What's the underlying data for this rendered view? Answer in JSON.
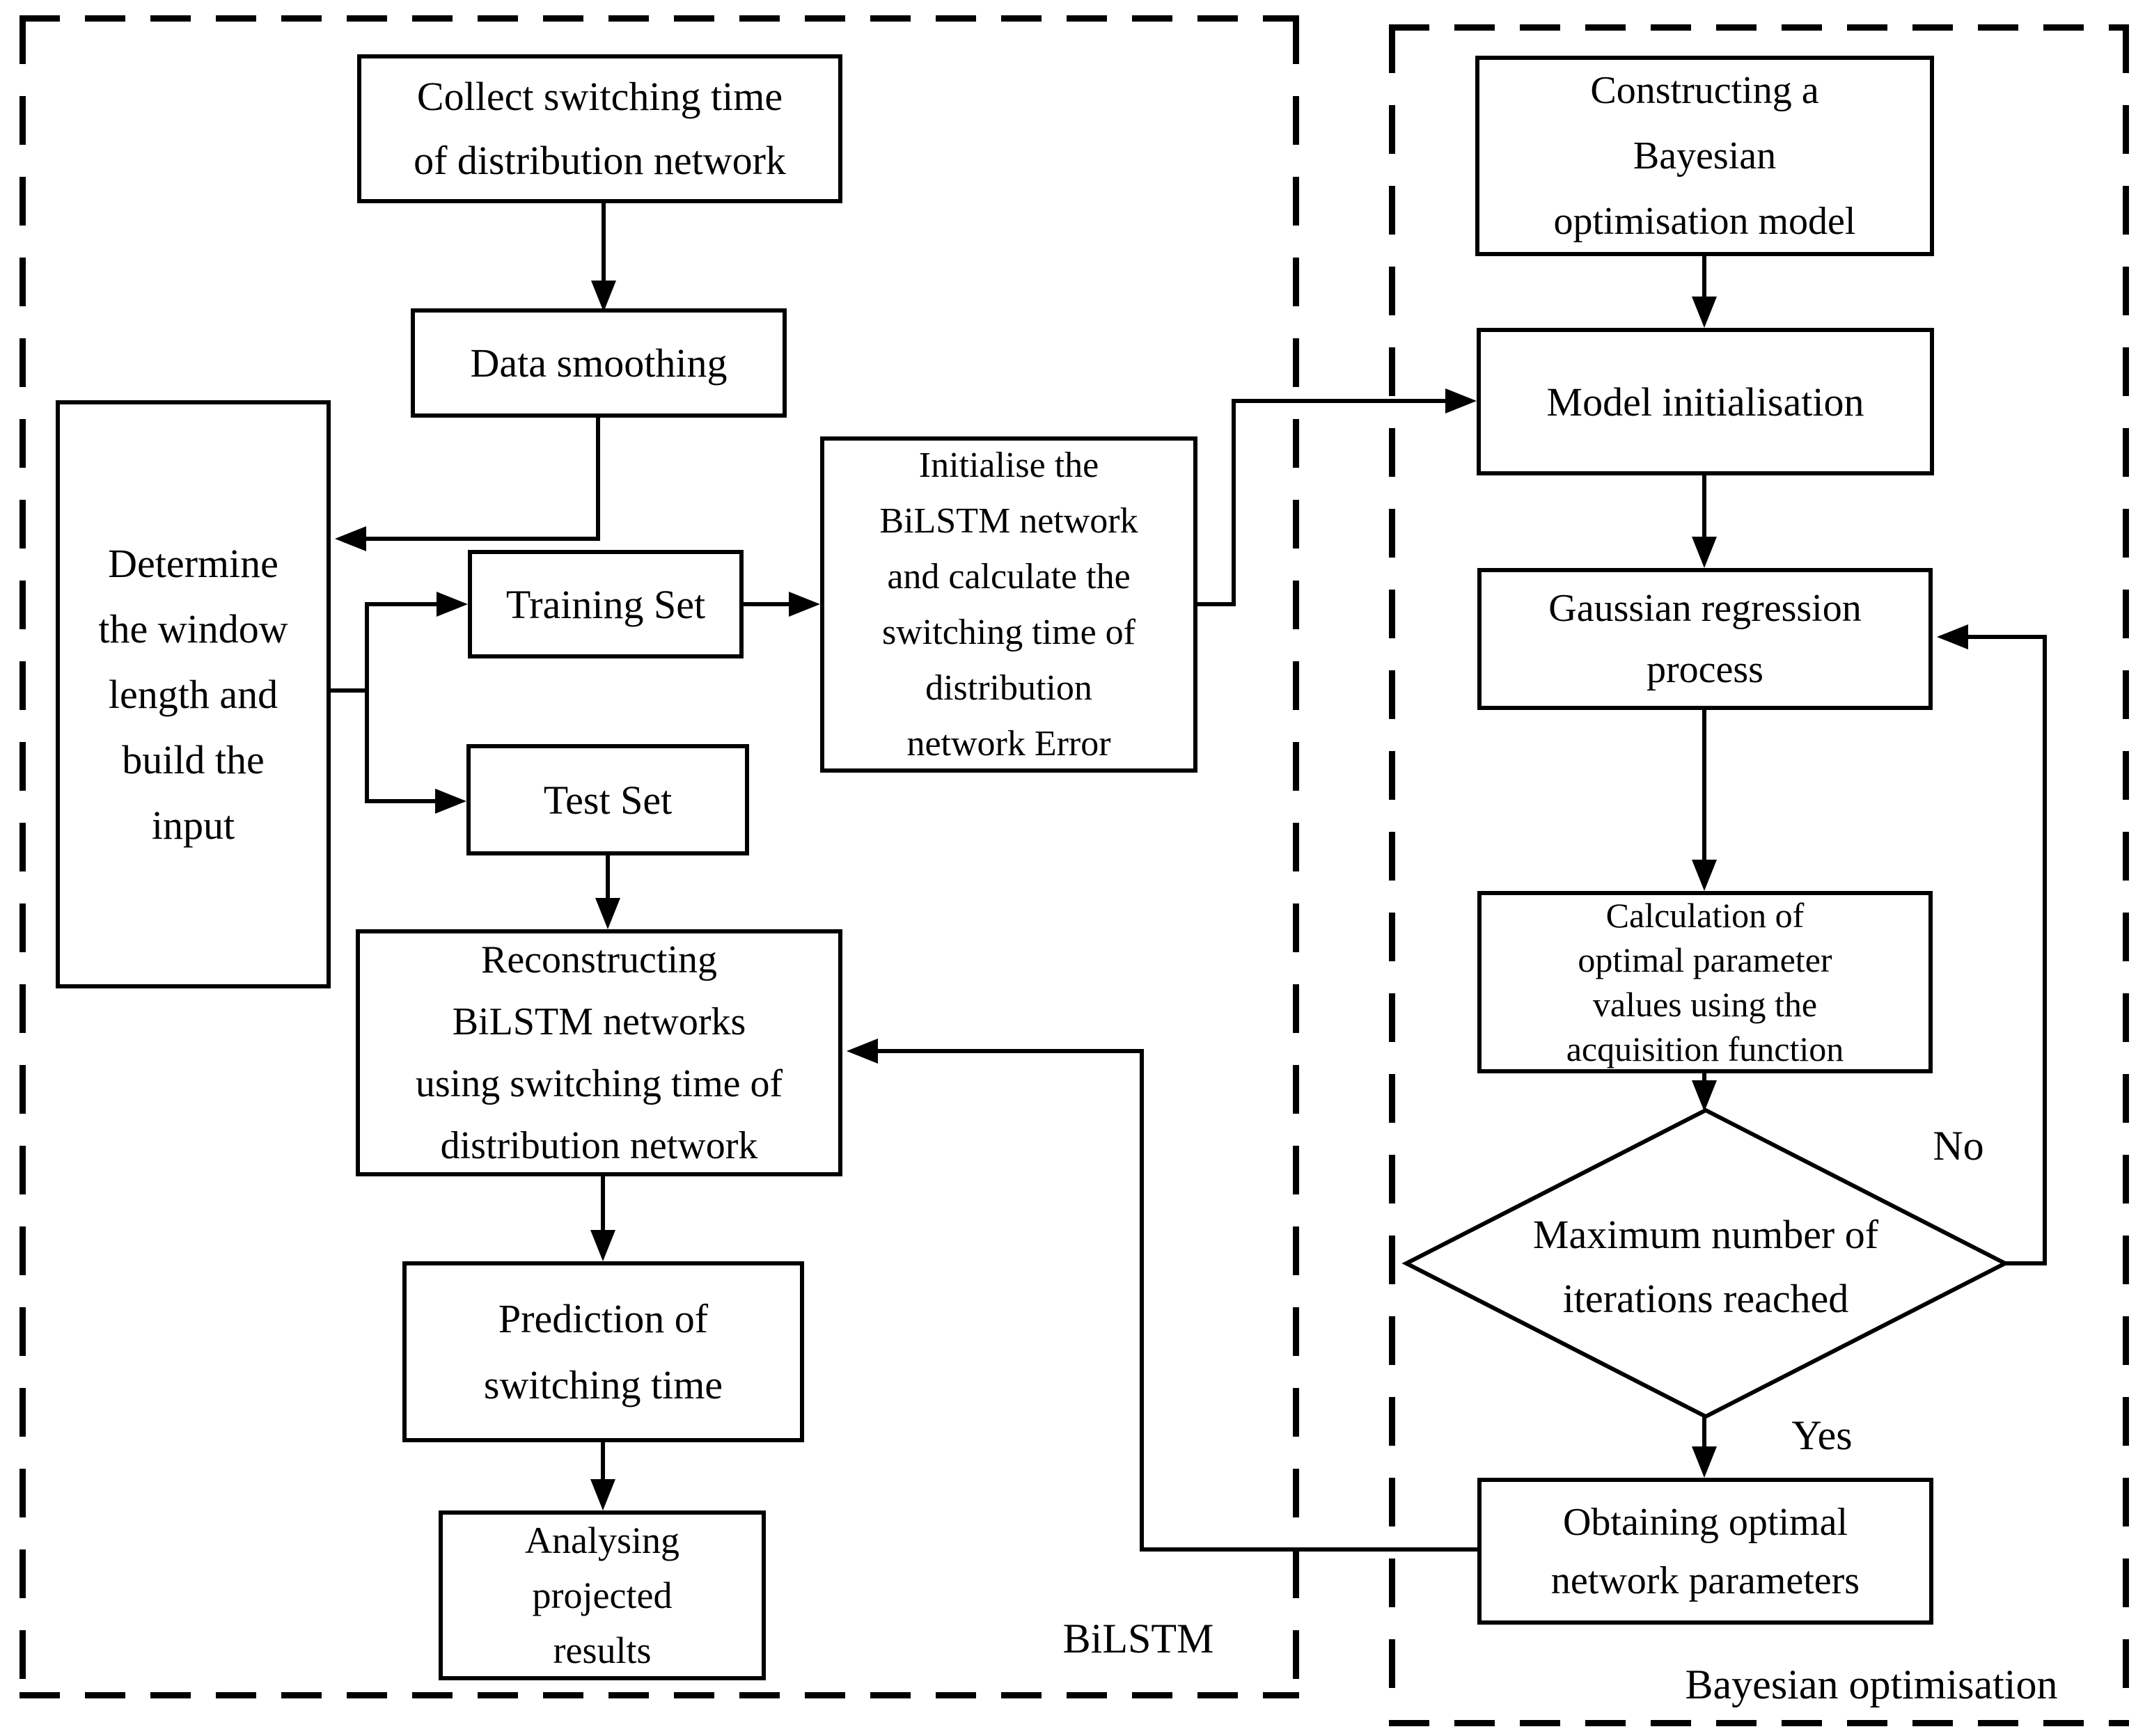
{
  "containers": {
    "bilstm": {
      "label": "BiLSTM"
    },
    "bayesian": {
      "label": "Bayesian optimisation"
    }
  },
  "nodes": {
    "collect": {
      "label": "Collect switching time\nof distribution network"
    },
    "smoothing": {
      "label": "Data smoothing"
    },
    "determine": {
      "label": "Determine\nthe window\nlength and\nbuild the\ninput"
    },
    "training": {
      "label": "Training Set"
    },
    "test": {
      "label": "Test Set"
    },
    "initialise": {
      "label": "Initialise the\nBiLSTM network\nand calculate the\nswitching time of\ndistribution\nnetwork Error"
    },
    "reconstructing": {
      "label": "Reconstructing\nBiLSTM networks\nusing switching time of\ndistribution network"
    },
    "prediction": {
      "label": "Prediction of\nswitching time"
    },
    "analysing": {
      "label": "Analysing\nprojected\nresults"
    },
    "constructing": {
      "label": "Constructing a\nBayesian\noptimisation model"
    },
    "model_init": {
      "label": "Model initialisation"
    },
    "gaussian": {
      "label": "Gaussian regression\nprocess"
    },
    "calculation": {
      "label": "Calculation of\noptimal parameter\nvalues using the\nacquisition function"
    },
    "max_iterations": {
      "label": "Maximum number of\niterations reached"
    },
    "obtaining": {
      "label": "Obtaining optimal\nnetwork parameters"
    }
  },
  "edge_labels": {
    "no": "No",
    "yes": "Yes"
  },
  "colors": {
    "stroke": "#000000",
    "background": "#ffffff"
  }
}
